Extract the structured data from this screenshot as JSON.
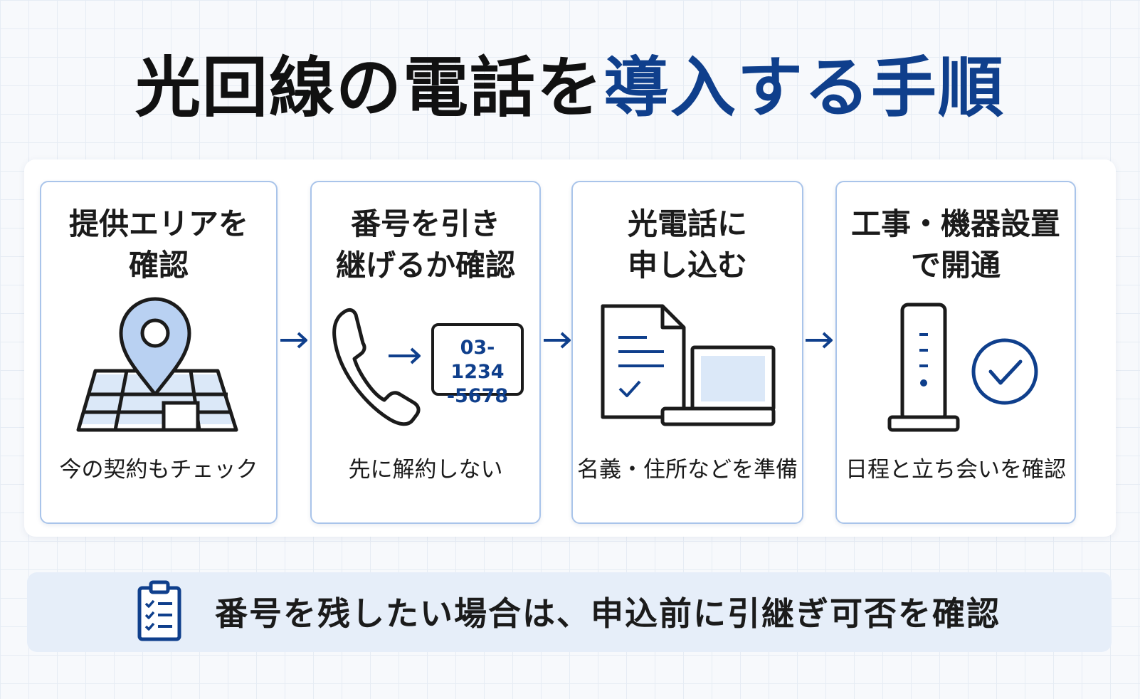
{
  "title": {
    "part1": "光回線の電話を",
    "part2": "導入する手順"
  },
  "steps": [
    {
      "title": "提供エリアを\n確認",
      "icon": "map-pin-icon",
      "caption": "今の契約もチェック"
    },
    {
      "title": "番号を引き\n継げるか確認",
      "icon": "phone-number-icon",
      "number_lines": [
        "03-1234",
        "-5678"
      ],
      "caption": "先に解約しない"
    },
    {
      "title": "光電話に\n申し込む",
      "icon": "document-laptop-icon",
      "caption": "名義・住所などを準備"
    },
    {
      "title": "工事・機器設置\nで開通",
      "icon": "router-check-icon",
      "caption": "日程と立ち会いを確認"
    }
  ],
  "note": {
    "icon": "clipboard-checklist-icon",
    "text": "番号を残したい場合は、申込前に引継ぎ可否を確認"
  },
  "colors": {
    "accent": "#0f3f8c",
    "card_border": "#a9c4ea",
    "icon_fill": "#b9d1f2",
    "note_bg": "#e6eef9"
  }
}
